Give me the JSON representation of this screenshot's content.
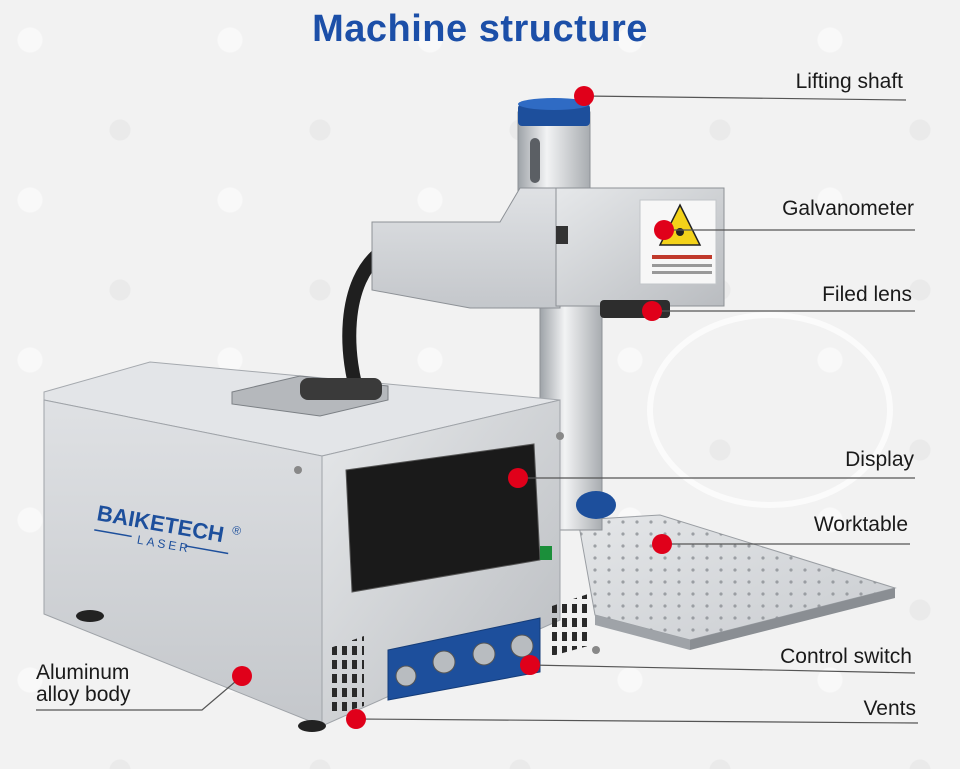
{
  "title": "Machine structure",
  "brand": {
    "name": "BAIKETECH",
    "registered": "®",
    "sub": "LASER"
  },
  "colors": {
    "title": "#1c4fa8",
    "marker": "#e0001a",
    "line": "#555555"
  },
  "callouts": [
    {
      "id": "lifting-shaft",
      "label": "Lifting shaft"
    },
    {
      "id": "galvanometer",
      "label": "Galvanometer"
    },
    {
      "id": "filed-lens",
      "label": "Filed lens"
    },
    {
      "id": "display",
      "label": "Display"
    },
    {
      "id": "worktable",
      "label": "Worktable"
    },
    {
      "id": "control-switch",
      "label": "Control switch"
    },
    {
      "id": "vents",
      "label": "Vents"
    },
    {
      "id": "aluminum-alloy-body",
      "label": "Aluminum alloy body",
      "lines": [
        "Aluminum",
        "alloy body"
      ]
    }
  ]
}
